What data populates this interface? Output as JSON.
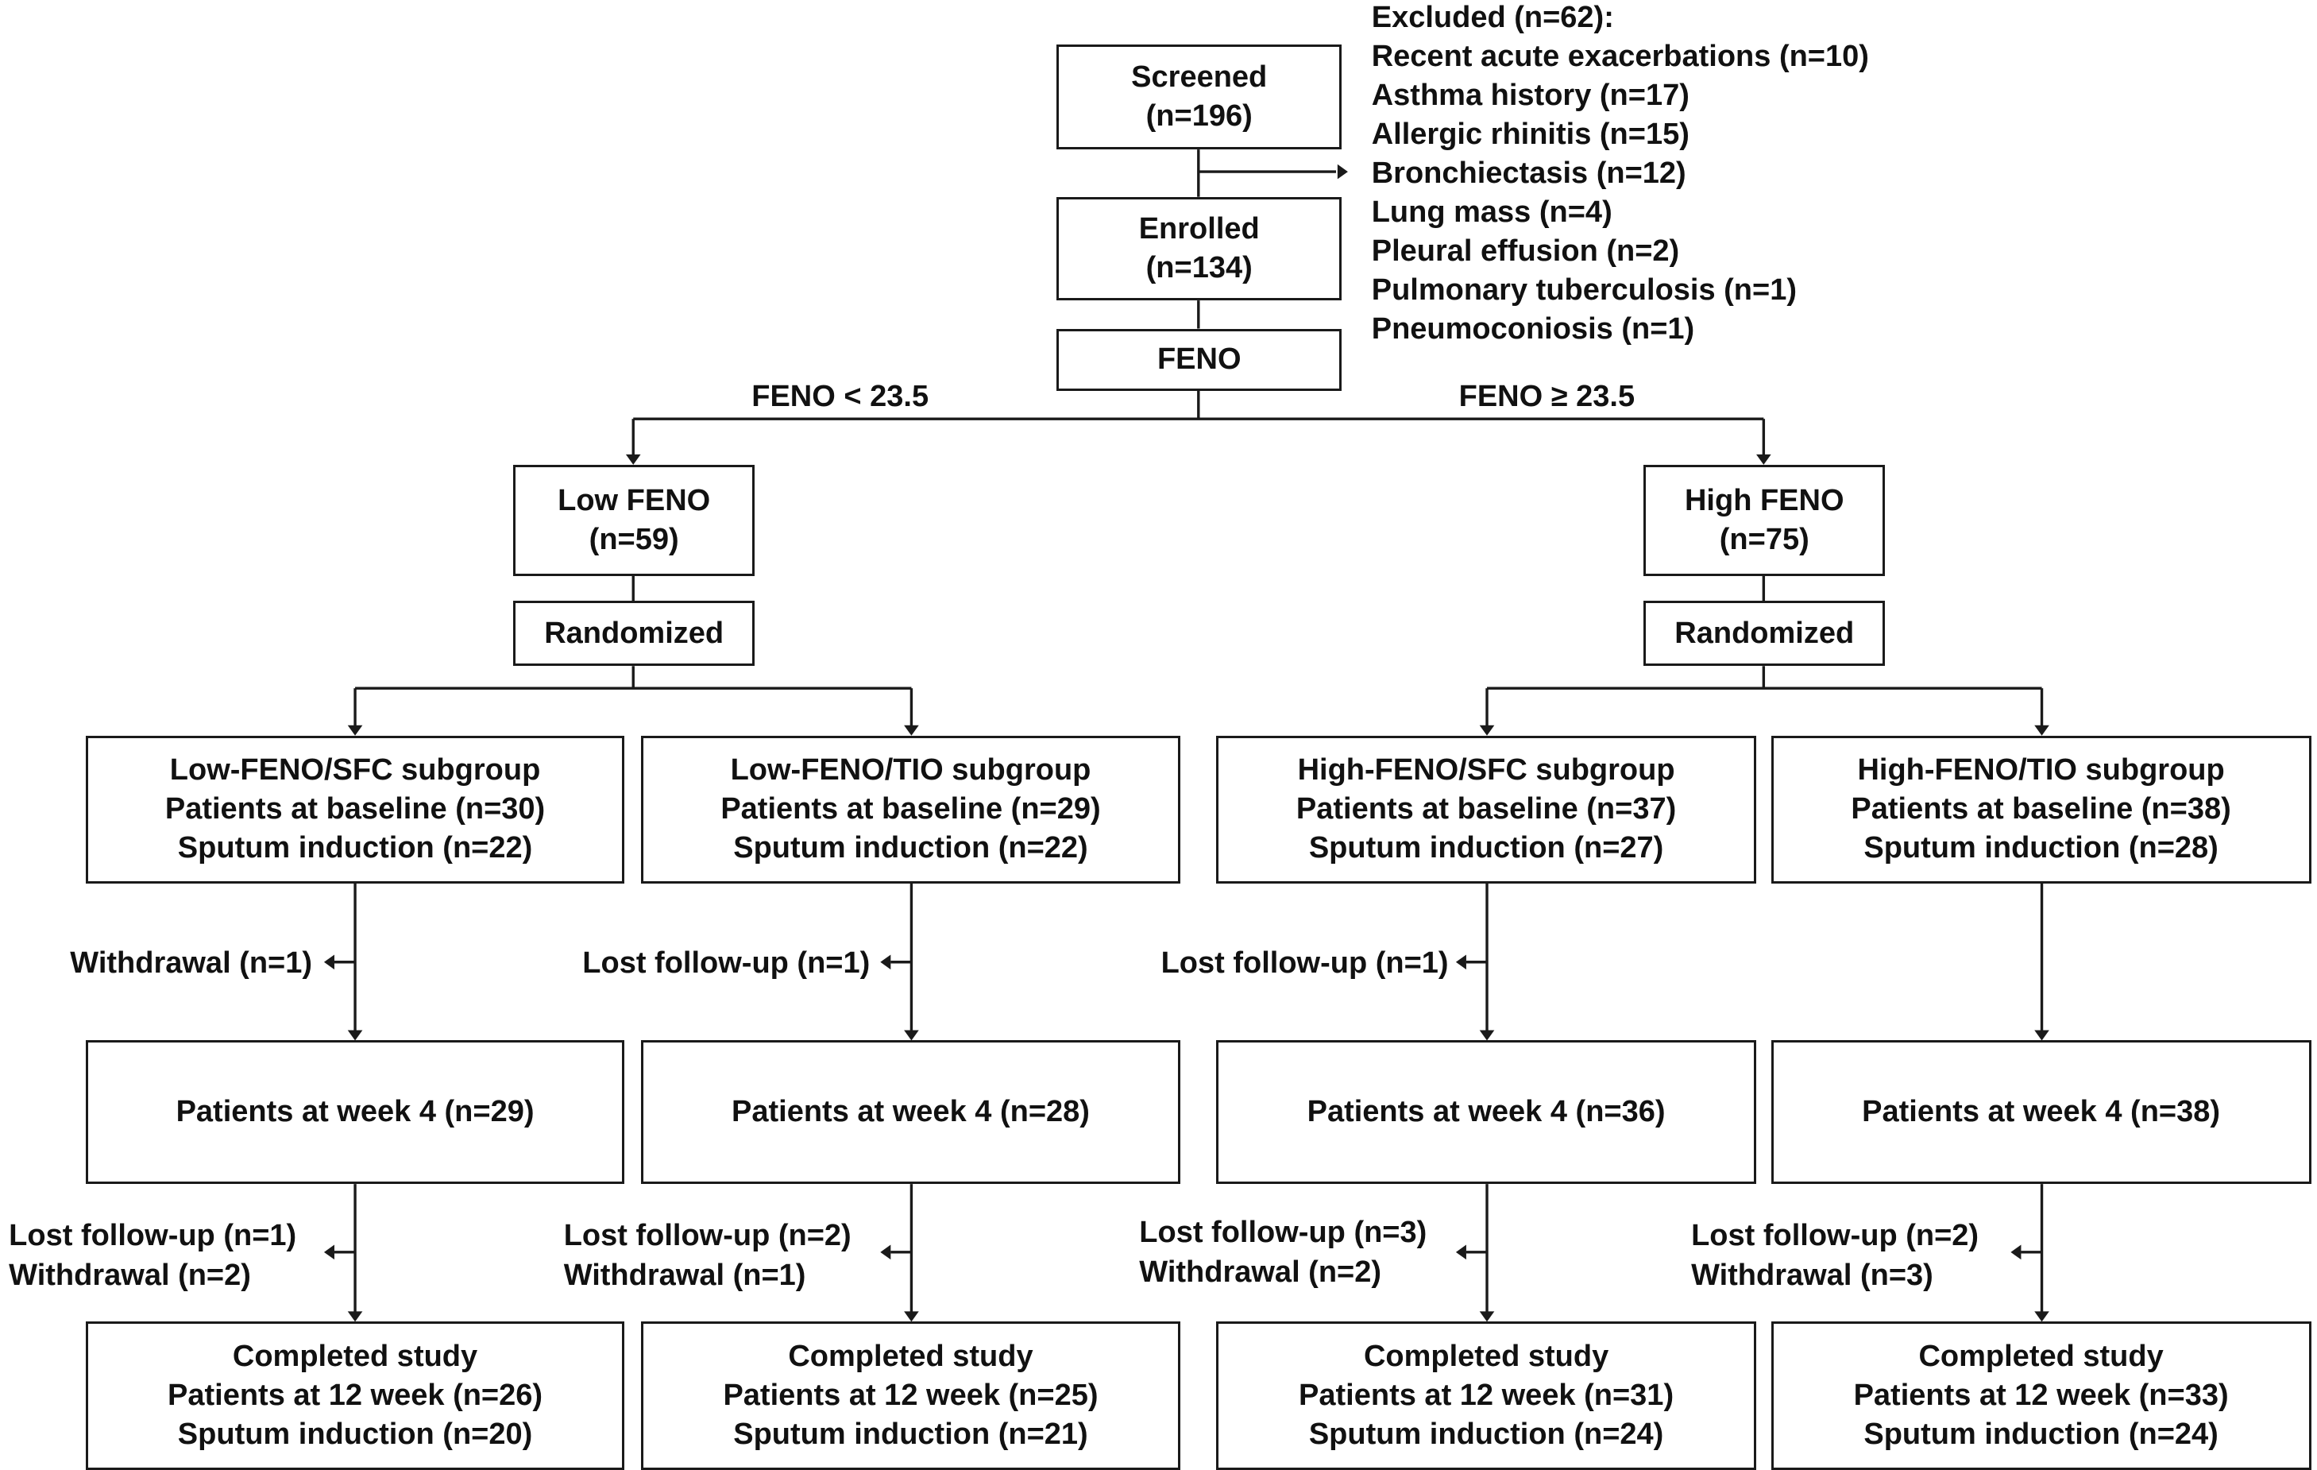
{
  "boxes": {
    "screened": [
      "Screened",
      "(n=196)"
    ],
    "enrolled": [
      "Enrolled",
      "(n=134)"
    ],
    "feno": [
      "FENO"
    ],
    "low_feno": [
      "Low FENO",
      "(n=59)"
    ],
    "high_feno": [
      "High FENO",
      "(n=75)"
    ],
    "randomized_low": [
      "Randomized"
    ],
    "randomized_high": [
      "Randomized"
    ],
    "low_sfc_baseline": [
      "Low-FENO/SFC subgroup",
      "Patients at baseline (n=30)",
      "Sputum induction (n=22)"
    ],
    "low_tio_baseline": [
      "Low-FENO/TIO subgroup",
      "Patients at baseline (n=29)",
      "Sputum induction (n=22)"
    ],
    "high_sfc_baseline": [
      "High-FENO/SFC subgroup",
      "Patients at baseline (n=37)",
      "Sputum induction (n=27)"
    ],
    "high_tio_baseline": [
      "High-FENO/TIO subgroup",
      "Patients at baseline (n=38)",
      "Sputum induction (n=28)"
    ],
    "low_sfc_week4": [
      "Patients at week 4 (n=29)"
    ],
    "low_tio_week4": [
      "Patients at week 4 (n=28)"
    ],
    "high_sfc_week4": [
      "Patients at week 4 (n=36)"
    ],
    "high_tio_week4": [
      "Patients at week 4 (n=38)"
    ],
    "low_sfc_completed": [
      "Completed study",
      "Patients at 12 week (n=26)",
      "Sputum induction (n=20)"
    ],
    "low_tio_completed": [
      "Completed study",
      "Patients at 12 week (n=25)",
      "Sputum induction (n=21)"
    ],
    "high_sfc_completed": [
      "Completed study",
      "Patients at 12 week (n=31)",
      "Sputum induction (n=24)"
    ],
    "high_tio_completed": [
      "Completed study",
      "Patients at 12 week (n=33)",
      "Sputum induction (n=24)"
    ]
  },
  "excluded": [
    "Excluded (n=62):",
    "Recent acute exacerbations (n=10)",
    "Asthma history (n=17)",
    "Allergic rhinitis (n=15)",
    "Bronchiectasis (n=12)",
    "Lung mass (n=4)",
    "Pleural effusion (n=2)",
    "Pulmonary tuberculosis (n=1)",
    "Pneumoconiosis (n=1)"
  ],
  "branch_labels": {
    "low": "FENO < 23.5",
    "high": "FENO ≥ 23.5"
  },
  "dropouts": {
    "low_sfc_period1": [
      "Withdrawal (n=1)"
    ],
    "low_tio_period1": [
      "Lost follow-up (n=1)"
    ],
    "high_sfc_period1": [
      "Lost follow-up (n=1)"
    ],
    "low_sfc_period2": [
      "Lost follow-up (n=1)",
      "Withdrawal (n=2)"
    ],
    "low_tio_period2": [
      "Lost follow-up (n=2)",
      "Withdrawal (n=1)"
    ],
    "high_sfc_period2": [
      "Lost follow-up (n=3)",
      "Withdrawal (n=2)"
    ],
    "high_tio_period2": [
      "Lost follow-up (n=2)",
      "Withdrawal (n=3)"
    ]
  },
  "colors": {
    "line": "#1a1a1a",
    "text": "#111111",
    "background": "#ffffff"
  }
}
